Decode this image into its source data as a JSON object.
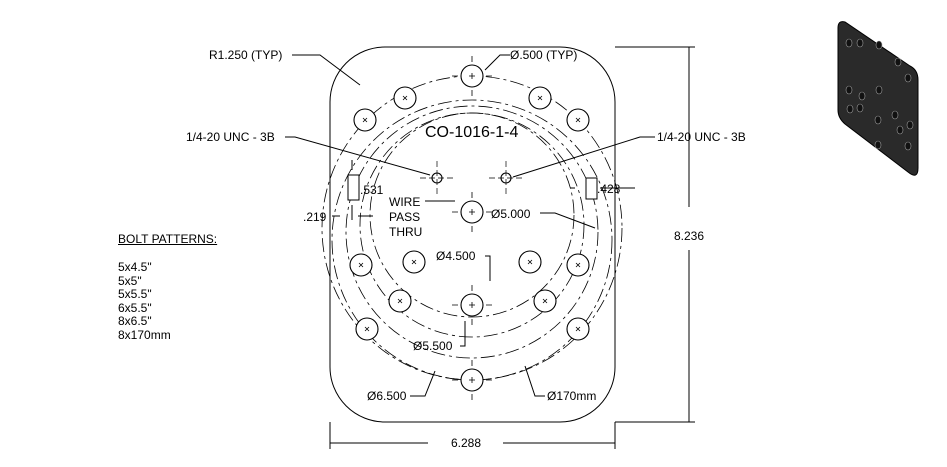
{
  "drawing": {
    "part_number": "CO-1016-1-4",
    "callouts": {
      "corner_radius": "R1.250 (TYP)",
      "hole_dia": "Ø.500 (TYP)",
      "tap_left": "1/4-20 UNC - 3B",
      "tap_right": "1/4-20 UNC - 3B",
      "slot_height": ".531",
      "slot_offset": ".219",
      "slot_width": ".428",
      "wire_line1": "WIRE",
      "wire_line2": "PASS",
      "wire_line3": "THRU",
      "bc_5000": "Ø5.000",
      "bc_4500": "Ø4.500",
      "bc_5500": "Ø5.500",
      "bc_6500": "Ø6.500",
      "bc_170": "Ø170mm",
      "height": "8.236",
      "width": "6.288"
    },
    "bolt_patterns": {
      "title": "BOLT PATTERNS:",
      "items": [
        "5x4.5\"",
        "5x5\"",
        "5x5.5\"",
        "6x5.5\"",
        "8x6.5\"",
        "8x170mm"
      ]
    }
  }
}
